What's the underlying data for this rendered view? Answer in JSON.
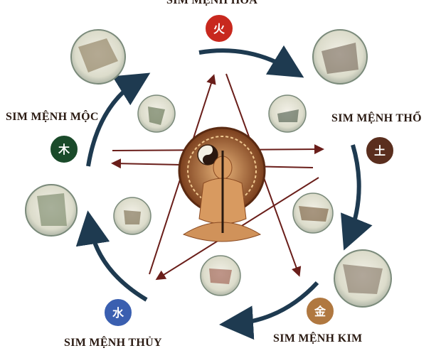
{
  "elements": [
    {
      "id": "hoa",
      "label": "SIM MỆNH HỎA",
      "glyph": "火",
      "color": "#c8281e"
    },
    {
      "id": "tho",
      "label": "SIM MỆNH THỔ",
      "glyph": "土",
      "color": "#5a2e1e"
    },
    {
      "id": "kim",
      "label": "SIM MỆNH KIM",
      "glyph": "金",
      "color": "#b07840"
    },
    {
      "id": "thuy",
      "label": "SIM MỆNH THỦY",
      "glyph": "水",
      "color": "#3a5fb0"
    },
    {
      "id": "moc",
      "label": "SIM MỆNH MỘC",
      "glyph": "木",
      "color": "#1a4a2a"
    }
  ],
  "colors": {
    "cycle_arrow": "#1e3a50",
    "star_arrow": "#6a1e1a",
    "figure": "#d89a60",
    "aura": "#6a3a1e"
  },
  "icons": [
    "seasonal-scene-illustration",
    "meditating-figure-illustration",
    "yin-yang-icon"
  ]
}
